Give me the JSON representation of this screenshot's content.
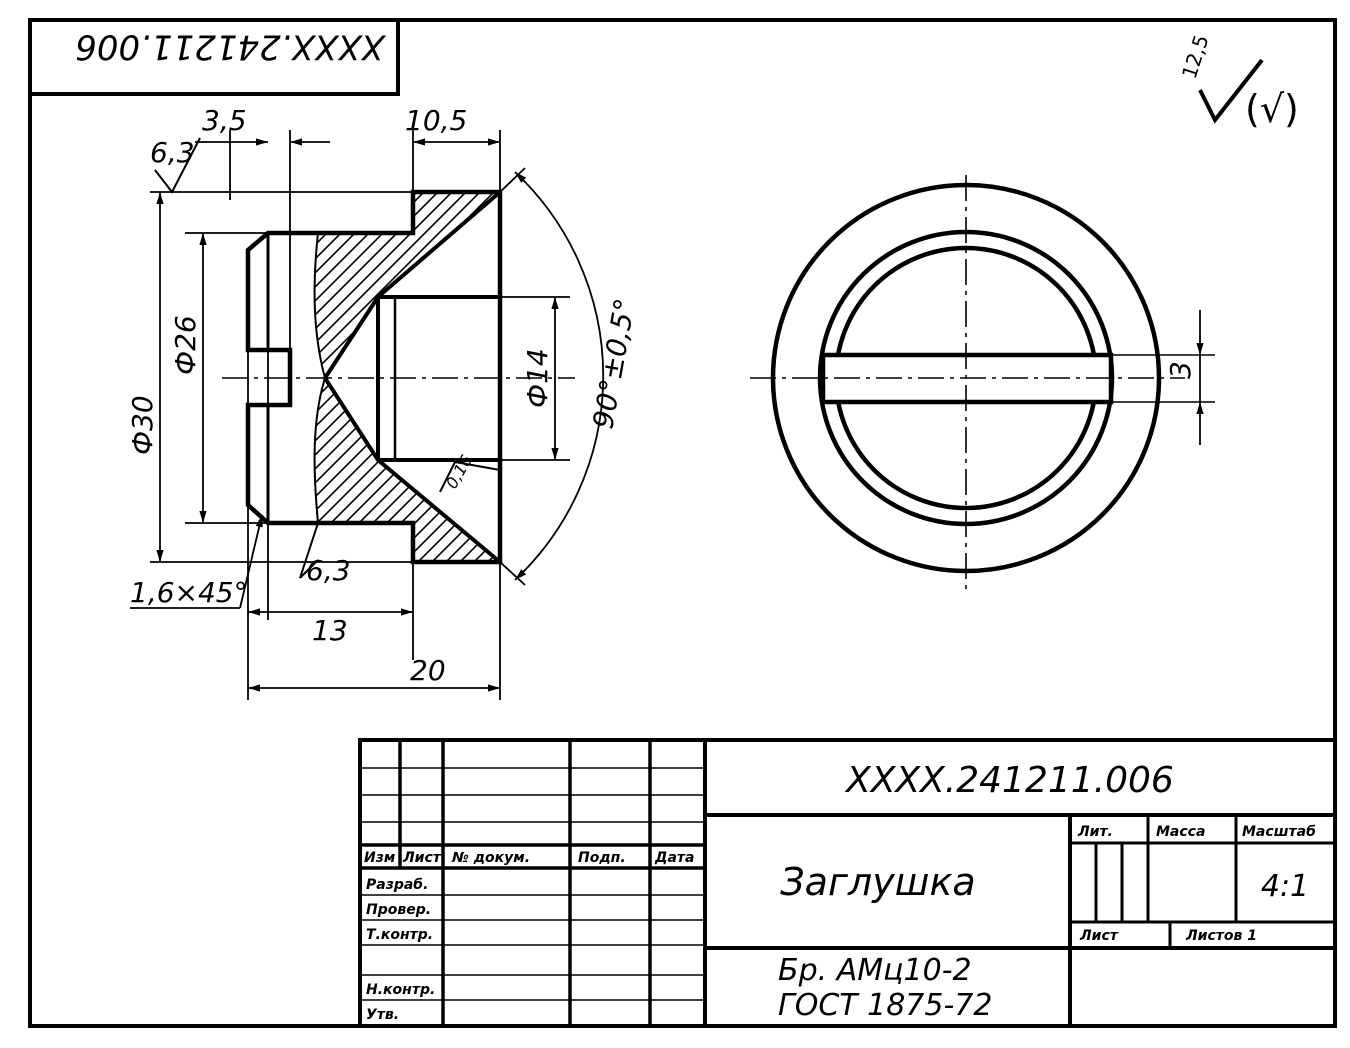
{
  "stamp_top": "XXXX.241211.006",
  "roughness": {
    "general": "12,5",
    "bracket": "(√)",
    "surface_1": "6,3",
    "surface_2": "6,3",
    "cone": "0,16"
  },
  "dims": {
    "d_3_5": "3,5",
    "d_10_5": "10,5",
    "phi30": "Ф30",
    "phi26": "Ф26",
    "phi14": "Ф14",
    "angle": "90°±0,5°",
    "chamfer": "1,6×45°",
    "d_13": "13",
    "d_20": "20",
    "slot": "3"
  },
  "title_block": {
    "designation": "XXXX.241211.006",
    "name": "Заглушка",
    "material_line1": "Бр. АМц10-2",
    "material_line2": "ГОСТ 1875-72",
    "col_headers": [
      "Изм",
      "Лист",
      "№ докум.",
      "Подп.",
      "Дата"
    ],
    "roles": [
      "Разраб.",
      "Провер.",
      "Т.контр.",
      "",
      "Н.контр.",
      "Утв."
    ],
    "lit_label": "Лит.",
    "mass_label": "Масса",
    "scale_label": "Масштаб",
    "scale_value": "4:1",
    "sheet_label": "Лист",
    "sheets_label": "Листов 1"
  }
}
